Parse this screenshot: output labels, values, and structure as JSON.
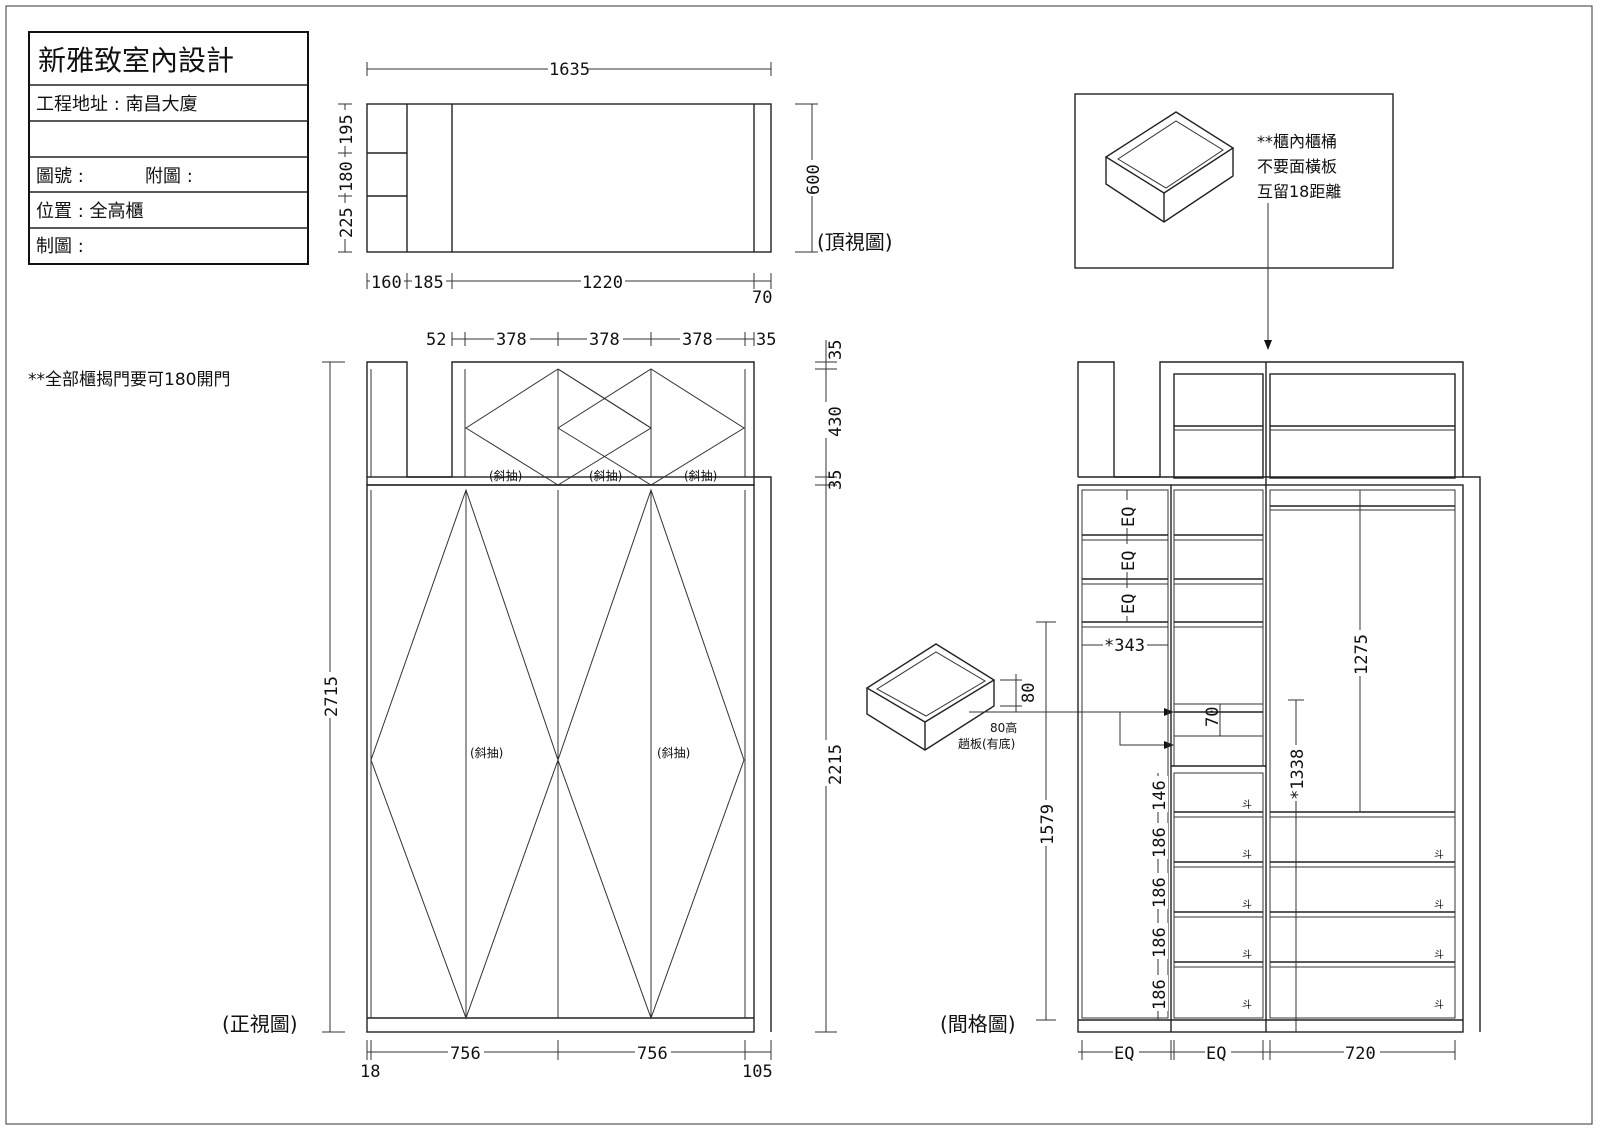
{
  "title_block": {
    "company": "新雅致室內設計",
    "address": "工程地址 : 南昌大廈",
    "blank": "",
    "drawing_no": "圖號 :",
    "attached": "附圖 :",
    "location": "位置 : 全高櫃",
    "drafter": "制圖 :"
  },
  "notes": {
    "door_note": "**全部櫃揭門要可180開門",
    "box_note_1": "**櫃內櫃桶",
    "box_note_2": "不要面橫板",
    "box_note_3": "互留18距離",
    "tray_note_1": "80高",
    "tray_note_2": "趟板(有底)"
  },
  "views": {
    "top": "(頂視圖)",
    "front": "(正視圖)",
    "interior": "(間格圖)"
  },
  "labels": {
    "slant_drawer": "(斜抽)",
    "drawer_mark": "斗"
  },
  "dims": {
    "top_total": "1635",
    "top_160": "160",
    "top_185": "185",
    "top_1220": "1220",
    "top_70": "70",
    "top_195": "195",
    "top_180": "180",
    "top_225": "225",
    "top_600": "600",
    "f_52": "52",
    "f_378a": "378",
    "f_378b": "378",
    "f_378c": "378",
    "f_35": "35",
    "f_r35a": "35",
    "f_r430": "430",
    "f_r35b": "35",
    "f_2715": "2715",
    "f_2215": "2215",
    "f_18": "18",
    "f_756a": "756",
    "f_756b": "756",
    "f_105": "105",
    "i_eq1": "EQ",
    "i_eq2": "EQ",
    "i_eq3": "EQ",
    "i_343": "*343",
    "i_80": "80",
    "i_70": "70",
    "i_1275": "1275",
    "i_1338": "*1338",
    "i_1579": "1579",
    "i_146": "146",
    "i_186a": "186",
    "i_186b": "186",
    "i_186c": "186",
    "i_186d": "186",
    "i_beq1": "EQ",
    "i_beq2": "EQ",
    "i_720": "720"
  }
}
